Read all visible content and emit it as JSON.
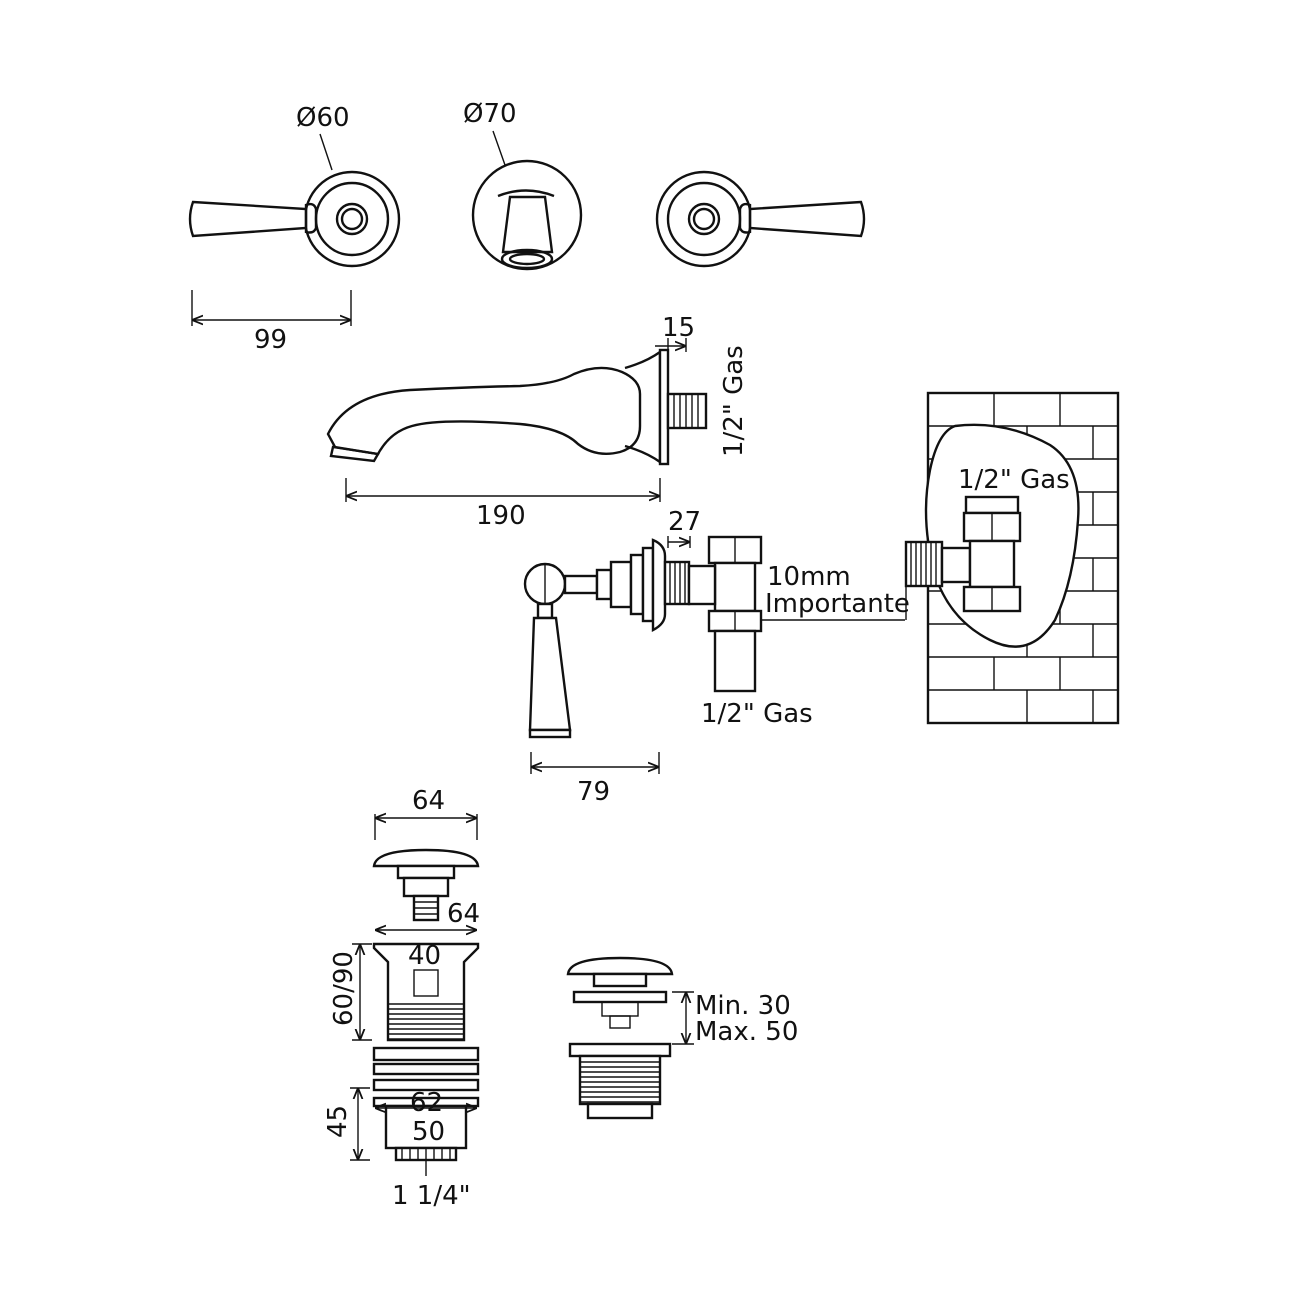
{
  "top_view": {
    "dim_handle_diameter": "Ø60",
    "dim_spout_diameter": "Ø70",
    "dim_handle_width": "99"
  },
  "spout_side": {
    "dim_flange": "15",
    "dim_length": "190",
    "thread_label": "1/2\" Gas"
  },
  "valve_side": {
    "dim_flange": "27",
    "dim_handle": "79",
    "dim_10mm": "10mm",
    "importante": "Importante",
    "thread_bottom": "1/2\" Gas"
  },
  "wall_detail": {
    "thread_label": "1/2\" Gas"
  },
  "waste_exploded": {
    "dim_cap": "64",
    "dim_body_top": "64",
    "dim_inner": "40",
    "dim_height": "60/90",
    "dim_nut": "62",
    "dim_nut_inner": "50",
    "dim_nut_height": "45",
    "thread": "1 1/4\""
  },
  "waste_assembled": {
    "min": "Min. 30",
    "max": "Max. 50"
  }
}
